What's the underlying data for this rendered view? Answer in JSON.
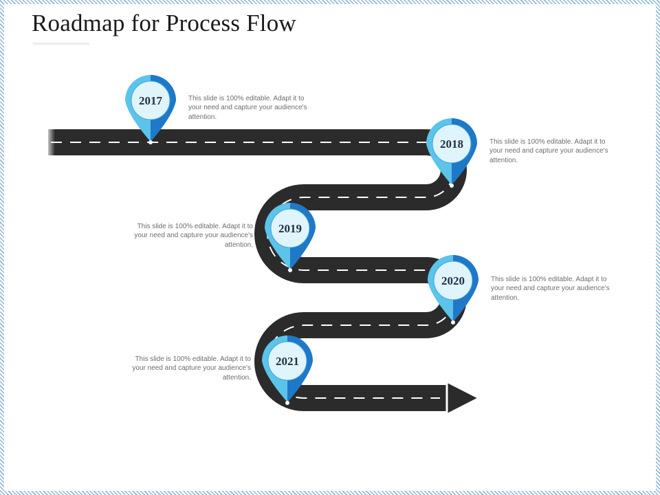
{
  "slide": {
    "title": "Roadmap for Process Flow"
  },
  "milestones": [
    {
      "year": "2017",
      "text": "This slide is 100% editable. Adapt it to your need and capture your audience's attention."
    },
    {
      "year": "2018",
      "text": "This slide is 100% editable. Adapt it to your need and capture your audience's attention."
    },
    {
      "year": "2019",
      "text": "This slide is 100% editable. Adapt it to your need and capture your audience's attention."
    },
    {
      "year": "2020",
      "text": "This slide is 100% editable. Adapt it to your need and capture your audience's attention."
    },
    {
      "year": "2021",
      "text": "This slide is 100% editable. Adapt it to your need and capture your audience's attention."
    }
  ],
  "colors": {
    "road": "#2b2b2b",
    "road_edge": "#ffffff",
    "lane_marking": "#ffffff",
    "pin_light": "#5cc3ea",
    "pin_dark": "#1f78c8",
    "pin_face": "#e0f4fb"
  }
}
